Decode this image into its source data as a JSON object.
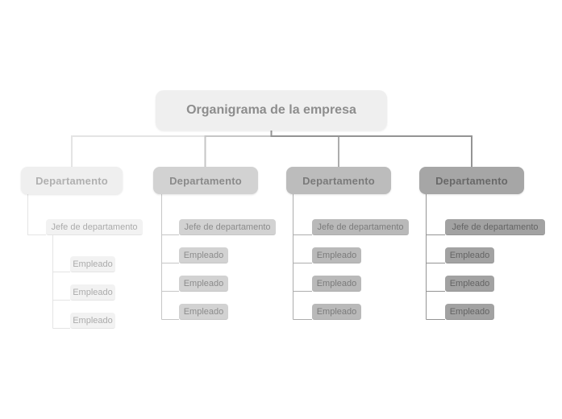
{
  "title": "Organigrama de la empresa",
  "palette": {
    "background": "#ffffff",
    "title_fill": "#efefef",
    "title_text": "#8d8d8d"
  },
  "branches": [
    {
      "department": "Departamento",
      "manager": "Jefe de departamento",
      "employees": [
        "Empleado",
        "Empleado",
        "Empleado"
      ],
      "fill": "#efefef",
      "sub_fill": "#f2f2f2",
      "line": "#e4e4e4",
      "dept_text": "#b0b0b0",
      "sub_text": "#ababab"
    },
    {
      "department": "Departamento",
      "manager": "Jefe de departamento",
      "employees": [
        "Empleado",
        "Empleado",
        "Empleado"
      ],
      "fill": "#d2d2d2",
      "sub_fill": "#d2d2d2",
      "line": "#c6c6c6",
      "dept_text": "#8a8a8a",
      "sub_text": "#8c8c8c"
    },
    {
      "department": "Departamento",
      "manager": "Jefe de departamento",
      "employees": [
        "Empleado",
        "Empleado",
        "Empleado"
      ],
      "fill": "#bcbcbc",
      "sub_fill": "#b9b9b9",
      "line": "#adadad",
      "dept_text": "#7a7a7a",
      "sub_text": "#7b7b7b"
    },
    {
      "department": "Departamento",
      "manager": "Jefe de departamento",
      "employees": [
        "Empleado",
        "Empleado",
        "Empleado"
      ],
      "fill": "#a6a6a6",
      "sub_fill": "#a2a2a2",
      "line": "#949494",
      "dept_text": "#686868",
      "sub_text": "#646464"
    }
  ]
}
